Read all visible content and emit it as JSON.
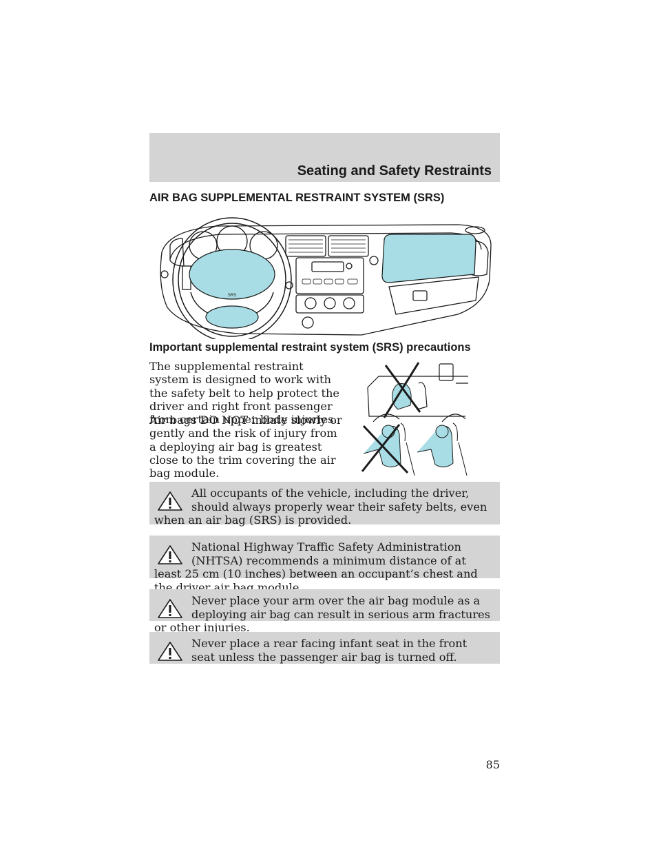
{
  "header": {
    "title": "Seating and Safety Restraints"
  },
  "section_title": "AIR BAG SUPPLEMENTAL RESTRAINT SYSTEM (SRS)",
  "dash_illustration": {
    "label": "SRS"
  },
  "subsection_title": "Important supplemental restraint system (SRS) precautions",
  "paragraphs": [
    "The supplemental restraint system is designed to work with the safety belt to help protect the driver and right front passenger from certain upper body injuries.",
    "Air bags DO NOT inflate slowly or gently and the risk of injury from a deploying air bag is greatest close to the trim covering the air bag module."
  ],
  "warnings": [
    "All occupants of the vehicle, including the driver, should always properly wear their safety belts, even when an air bag (SRS) is provided.",
    "National Highway Traffic Safety Administration (NHTSA) recommends a minimum distance of at least 25 cm (10 inches) between an occupant’s chest and the driver air bag module.",
    "Never place your arm over the air bag module as a deploying air bag can result in serious arm fractures or other injuries.",
    "Never place a rear facing infant seat in the front seat unless the passenger air bag is turned off."
  ],
  "page_number": "85",
  "colors": {
    "band": "#d4d4d4",
    "airbag": "#a9dde6",
    "outline": "#1a1a1a"
  },
  "icons": [
    "warning-triangle-icon"
  ]
}
